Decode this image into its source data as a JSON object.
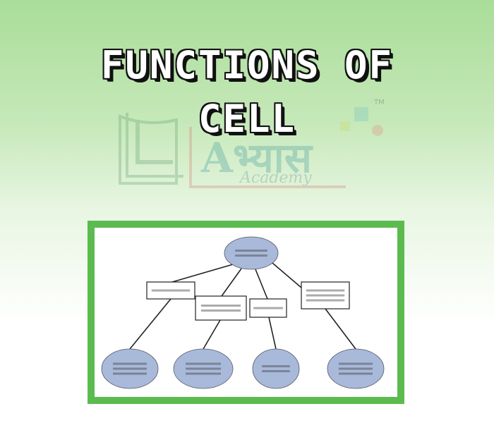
{
  "title": {
    "line1": "FUNCTIONS OF",
    "line2": "CELL"
  },
  "watermark": {
    "brand": "Abhyas",
    "brand_display": "Aभ्यास",
    "subtitle": "Academy",
    "trademark": "TM",
    "colors": {
      "text": "#4fa3a0",
      "squares": [
        "#7fc8c0",
        "#c7dd72",
        "#e09a8a"
      ]
    }
  },
  "diagram": {
    "frame_color": "#5cbb4f",
    "node_fill": "#a8b9da",
    "nodes": [
      {
        "id": "root",
        "shape": "ellipse",
        "lines": [
          "",
          ""
        ]
      },
      {
        "id": "box-1",
        "shape": "rect",
        "lines": [
          ""
        ]
      },
      {
        "id": "box-2",
        "shape": "rect",
        "lines": [
          "",
          ""
        ]
      },
      {
        "id": "box-3",
        "shape": "rect",
        "lines": [
          ""
        ]
      },
      {
        "id": "box-4",
        "shape": "rect",
        "lines": [
          "",
          "",
          ""
        ]
      },
      {
        "id": "leaf-1",
        "shape": "ellipse",
        "lines": [
          "",
          "",
          ""
        ]
      },
      {
        "id": "leaf-2",
        "shape": "ellipse",
        "lines": [
          "",
          "",
          ""
        ]
      },
      {
        "id": "leaf-3",
        "shape": "ellipse",
        "lines": [
          "",
          ""
        ]
      },
      {
        "id": "leaf-4",
        "shape": "ellipse",
        "lines": [
          "",
          "",
          ""
        ]
      }
    ]
  }
}
